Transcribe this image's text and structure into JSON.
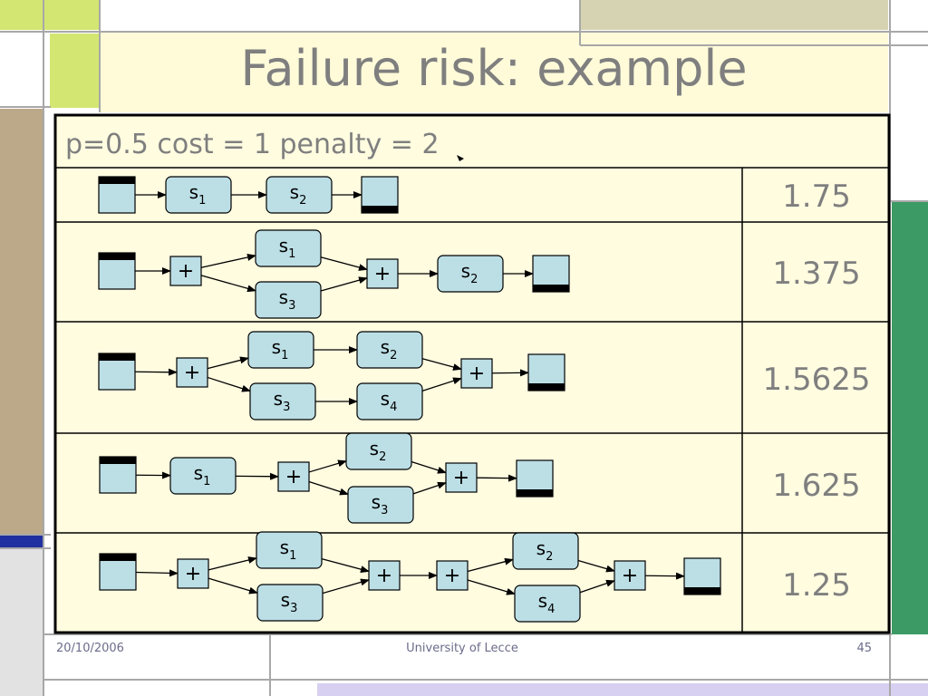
{
  "slide": {
    "title": "Failure risk: example",
    "params": "p=0.5  cost = 1  penalty = 2",
    "footer_date": "20/10/2006",
    "footer_org": "University of Lecce",
    "footer_page": "45"
  },
  "colors": {
    "title": "#7f7f7f",
    "node_fill": "#bcdfe6",
    "cell_bg": "#fffce0",
    "grid": "#000000",
    "deco_green_light": "#d3e672",
    "deco_olive": "#d6d3b3",
    "deco_tan": "#bca98a",
    "deco_blue": "#2030a0",
    "deco_green": "#3c9a64"
  },
  "rows": [
    {
      "value": "1.75",
      "nodes": [
        {
          "id": "start",
          "kind": "start"
        },
        {
          "id": "a",
          "kind": "service",
          "label": "s",
          "sub": "1"
        },
        {
          "id": "b",
          "kind": "service",
          "label": "s",
          "sub": "2"
        },
        {
          "id": "end",
          "kind": "end"
        }
      ],
      "edges": [
        [
          "start",
          "a"
        ],
        [
          "a",
          "b"
        ],
        [
          "b",
          "end"
        ]
      ]
    },
    {
      "value": "1.375",
      "nodes": [
        {
          "id": "start",
          "kind": "start"
        },
        {
          "id": "f",
          "kind": "gate",
          "label": "+"
        },
        {
          "id": "a",
          "kind": "service",
          "label": "s",
          "sub": "1"
        },
        {
          "id": "c",
          "kind": "service",
          "label": "s",
          "sub": "3"
        },
        {
          "id": "j",
          "kind": "gate",
          "label": "+"
        },
        {
          "id": "b",
          "kind": "service",
          "label": "s",
          "sub": "2"
        },
        {
          "id": "end",
          "kind": "end"
        }
      ],
      "edges": [
        [
          "start",
          "f"
        ],
        [
          "f",
          "a"
        ],
        [
          "f",
          "c"
        ],
        [
          "a",
          "j"
        ],
        [
          "c",
          "j"
        ],
        [
          "j",
          "b"
        ],
        [
          "b",
          "end"
        ]
      ]
    },
    {
      "value": "1.5625",
      "nodes": [
        {
          "id": "start",
          "kind": "start"
        },
        {
          "id": "f",
          "kind": "gate",
          "label": "+"
        },
        {
          "id": "a",
          "kind": "service",
          "label": "s",
          "sub": "1"
        },
        {
          "id": "b",
          "kind": "service",
          "label": "s",
          "sub": "2"
        },
        {
          "id": "c",
          "kind": "service",
          "label": "s",
          "sub": "3"
        },
        {
          "id": "d",
          "kind": "service",
          "label": "s",
          "sub": "4"
        },
        {
          "id": "j",
          "kind": "gate",
          "label": "+"
        },
        {
          "id": "end",
          "kind": "end"
        }
      ],
      "edges": [
        [
          "start",
          "f"
        ],
        [
          "f",
          "a"
        ],
        [
          "f",
          "c"
        ],
        [
          "a",
          "b"
        ],
        [
          "c",
          "d"
        ],
        [
          "b",
          "j"
        ],
        [
          "d",
          "j"
        ],
        [
          "j",
          "end"
        ]
      ]
    },
    {
      "value": "1.625",
      "nodes": [
        {
          "id": "start",
          "kind": "start"
        },
        {
          "id": "a",
          "kind": "service",
          "label": "s",
          "sub": "1"
        },
        {
          "id": "f",
          "kind": "gate",
          "label": "+"
        },
        {
          "id": "b",
          "kind": "service",
          "label": "s",
          "sub": "2"
        },
        {
          "id": "c",
          "kind": "service",
          "label": "s",
          "sub": "3"
        },
        {
          "id": "j",
          "kind": "gate",
          "label": "+"
        },
        {
          "id": "end",
          "kind": "end"
        }
      ],
      "edges": [
        [
          "start",
          "a"
        ],
        [
          "a",
          "f"
        ],
        [
          "f",
          "b"
        ],
        [
          "f",
          "c"
        ],
        [
          "b",
          "j"
        ],
        [
          "c",
          "j"
        ],
        [
          "j",
          "end"
        ]
      ]
    },
    {
      "value": "1.25",
      "nodes": [
        {
          "id": "start",
          "kind": "start"
        },
        {
          "id": "f1",
          "kind": "gate",
          "label": "+"
        },
        {
          "id": "a",
          "kind": "service",
          "label": "s",
          "sub": "1"
        },
        {
          "id": "c",
          "kind": "service",
          "label": "s",
          "sub": "3"
        },
        {
          "id": "j1",
          "kind": "gate",
          "label": "+"
        },
        {
          "id": "f2",
          "kind": "gate",
          "label": "+"
        },
        {
          "id": "b",
          "kind": "service",
          "label": "s",
          "sub": "2"
        },
        {
          "id": "d",
          "kind": "service",
          "label": "s",
          "sub": "4"
        },
        {
          "id": "j2",
          "kind": "gate",
          "label": "+"
        },
        {
          "id": "end",
          "kind": "end"
        }
      ],
      "edges": [
        [
          "start",
          "f1"
        ],
        [
          "f1",
          "a"
        ],
        [
          "f1",
          "c"
        ],
        [
          "a",
          "j1"
        ],
        [
          "c",
          "j1"
        ],
        [
          "j1",
          "f2"
        ],
        [
          "f2",
          "b"
        ],
        [
          "f2",
          "d"
        ],
        [
          "b",
          "j2"
        ],
        [
          "d",
          "j2"
        ],
        [
          "j2",
          "end"
        ]
      ]
    }
  ]
}
